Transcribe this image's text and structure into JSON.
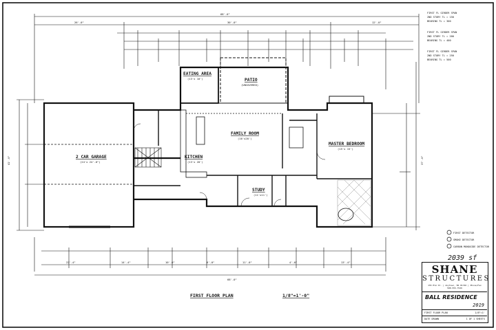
{
  "sheet": {
    "plan_title": "FIRST FLOOR PLAN",
    "scale": "1/8\"=1'-0\"",
    "total_sqft": "2039 sf"
  },
  "rooms": {
    "garage": "2 CAR GARAGE",
    "garage_dim": "(24'x 24'-0\")",
    "eating_area": "EATING AREA",
    "eating_dim": "(13'x 10')",
    "patio": "PATIO",
    "patio_dim": "(UNCOVERED)",
    "family_room": "FAMILY ROOM",
    "family_dim": "(16'x20')",
    "kitchen": "KITCHEN",
    "kitchen_dim": "(13'x 20')",
    "master_bedroom": "MASTER BEDROOM",
    "master_dim": "(15'x 15')",
    "study": "STUDY",
    "study_dim": "(11'x11')"
  },
  "dimensions": {
    "overall_top": "68'-0\"",
    "overall_bottom": "68'-0\"",
    "top_left": "26'-0\"",
    "top_mid": "30'-0\"",
    "top_right": "12'-0\"",
    "left_overall": "41'-0\"",
    "right_overall": "37'-0\"",
    "bottom_segments": [
      "22'-4\"",
      "14'-4\"",
      "10'-0\"",
      "6'-0\"",
      "11'-0\"",
      "4'-0\"",
      "13'-4\""
    ]
  },
  "legend": {
    "item1": "FIRST DETECTOR",
    "item2": "SMOKE DETECTOR",
    "item3": "CARBON MONOXIDE DETECTOR"
  },
  "notes": {
    "header_lines": [
      "FIRST FL   GIRDER SPAN",
      "2ND STORY  TL = 150",
      "BEARING    TL = 300",
      "FIRST FL   GIRDER SPAN",
      "2ND STORY  TL = 200",
      "BEARING    TL = 400",
      "FIRST FL   GIRDER SPAN",
      "2ND STORY  TL = 250",
      "BEARING    TL = 500"
    ]
  },
  "titleblock": {
    "company_line1": "SHANE",
    "company_line2": "STRUCTURES",
    "address": "155 Elm St. | Anytown, MA 01746 | Phone/Fax 508.555.7529",
    "project": "BALL RESIDENCE",
    "year": "2019",
    "row1_left": "FIRST FLOOR PLAN",
    "row1_right": "1/8\"=1'",
    "row2_left": "DATE DRAWN",
    "row2_right": "1 OF 1 SHEETS"
  },
  "colors": {
    "ink": "#111111",
    "paper": "#ffffff",
    "hatch": "#777777"
  }
}
